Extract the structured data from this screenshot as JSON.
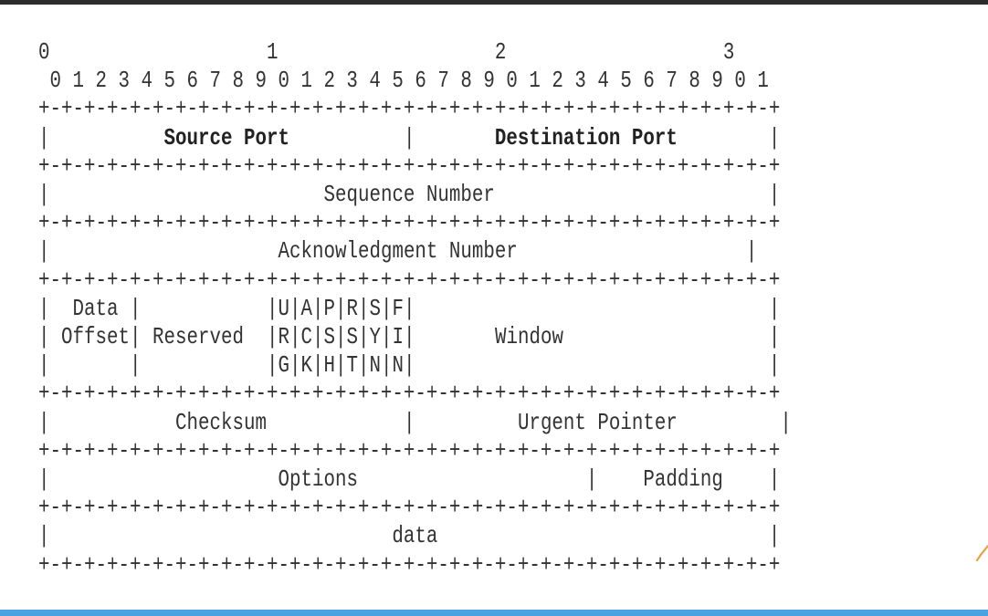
{
  "diagram": {
    "tens_ruler": "0                   1                   2                   3",
    "units_ruler": " 0 1 2 3 4 5 6 7 8 9 0 1 2 3 4 5 6 7 8 9 0 1 2 3 4 5 6 7 8 9 0 1",
    "separator": "+-+-+-+-+-+-+-+-+-+-+-+-+-+-+-+-+-+-+-+-+-+-+-+-+-+-+-+-+-+-+-+-+",
    "bar": "|",
    "fields": {
      "source_port": "Source Port",
      "destination_port": "Destination Port",
      "sequence_number": "Sequence Number",
      "acknowledgment_number": "Acknowledgment Number",
      "data_offset_line1": "Data",
      "data_offset_line2": "Offset",
      "reserved": "Reserved",
      "flags_row1": "|U|A|P|R|S|F|",
      "flags_row2": "|R|C|S|S|Y|I|",
      "flags_row3": "|G|K|H|T|N|N|",
      "window": "Window",
      "checksum": "Checksum",
      "urgent_pointer": "Urgent Pointer",
      "options": "Options",
      "padding": "Padding",
      "data": "data"
    }
  },
  "colors": {
    "top_bar": "#2c2c2c",
    "bottom_bar": "#4aa3e0",
    "text": "#333333",
    "edge_mark": "#e8a040"
  }
}
